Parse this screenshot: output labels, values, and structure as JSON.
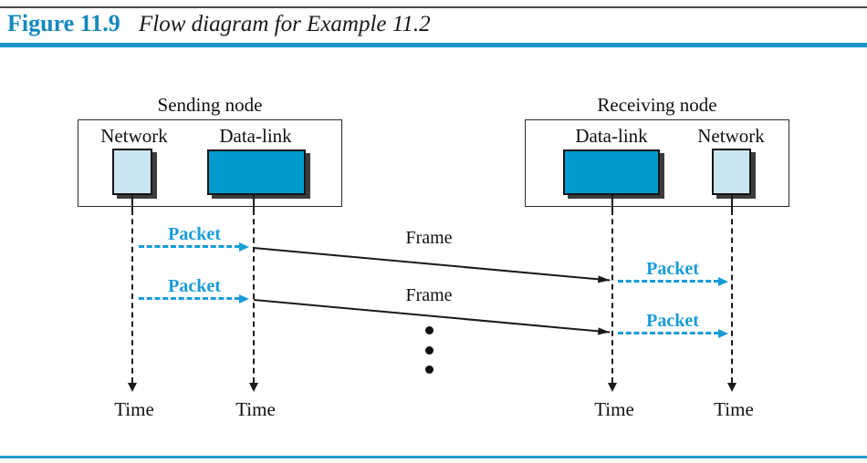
{
  "header": {
    "figure_label": "Figure 11.9",
    "caption": "Flow diagram for Example 11.2"
  },
  "sending_node": {
    "title": "Sending node",
    "network_label": "Network",
    "datalink_label": "Data-link"
  },
  "receiving_node": {
    "title": "Receiving node",
    "datalink_label": "Data-link",
    "network_label": "Network"
  },
  "flows": {
    "sending_packets": [
      "Packet",
      "Packet"
    ],
    "frames": [
      "Frame",
      "Frame"
    ],
    "receiving_packets": [
      "Packet",
      "Packet"
    ]
  },
  "time_axis": {
    "labels": [
      "Time",
      "Time",
      "Time",
      "Time"
    ]
  },
  "colors": {
    "title_blue": "#1389be",
    "rule_blue": "#1595cc",
    "packet_blue": "#189cd8",
    "datalink_fill": "#009acf",
    "network_fill": "#c9e5f0",
    "line_black": "#1a1a1a"
  }
}
